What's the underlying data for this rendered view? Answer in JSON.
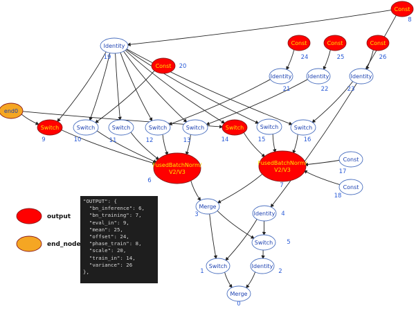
{
  "nodes": [
    {
      "id": "n_const8",
      "label": "Const",
      "num": "8",
      "style": "red"
    },
    {
      "id": "n_identity19",
      "label": "Identity",
      "num": "19",
      "style": "white"
    },
    {
      "id": "n_const24",
      "label": "Const",
      "num": "24",
      "style": "red"
    },
    {
      "id": "n_const25",
      "label": "Const",
      "num": "25",
      "style": "red"
    },
    {
      "id": "n_const26",
      "label": "Const",
      "num": "26",
      "style": "red"
    },
    {
      "id": "n_const20",
      "label": "Const",
      "num": "20",
      "style": "red"
    },
    {
      "id": "n_identity21",
      "label": "Identity",
      "num": "21",
      "style": "white"
    },
    {
      "id": "n_identity22",
      "label": "Identity",
      "num": "22",
      "style": "white"
    },
    {
      "id": "n_identity23",
      "label": "Identity",
      "num": "23",
      "style": "white"
    },
    {
      "id": "n_end0",
      "label": "end0",
      "num": "",
      "style": "orange"
    },
    {
      "id": "n_switch9",
      "label": "Switch",
      "num": "9",
      "style": "red"
    },
    {
      "id": "n_switch10",
      "label": "Switch",
      "num": "10",
      "style": "white"
    },
    {
      "id": "n_switch11",
      "label": "Switch",
      "num": "11",
      "style": "white"
    },
    {
      "id": "n_switch12",
      "label": "Switch",
      "num": "12",
      "style": "white"
    },
    {
      "id": "n_switch13",
      "label": "Switch",
      "num": "13",
      "style": "white"
    },
    {
      "id": "n_switch14",
      "label": "Switch",
      "num": "14",
      "style": "red"
    },
    {
      "id": "n_switch15",
      "label": "Switch",
      "num": "15",
      "style": "white"
    },
    {
      "id": "n_switch16",
      "label": "Switch",
      "num": "16",
      "style": "white"
    },
    {
      "id": "n_fbn6",
      "label": "FusedBatchNorm/\nV2/V3",
      "num": "6",
      "style": "red"
    },
    {
      "id": "n_fbn7",
      "label": "FusedBatchNorm/\nV2/V3",
      "num": "7",
      "style": "red"
    },
    {
      "id": "n_const17",
      "label": "Const",
      "num": "17",
      "style": "white"
    },
    {
      "id": "n_const18",
      "label": "Const",
      "num": "18",
      "style": "white"
    },
    {
      "id": "n_merge3",
      "label": "Merge",
      "num": "3",
      "style": "white"
    },
    {
      "id": "n_identity4",
      "label": "Identity",
      "num": "4",
      "style": "white"
    },
    {
      "id": "n_switch5",
      "label": "Switch",
      "num": "5",
      "style": "white"
    },
    {
      "id": "n_switch1",
      "label": "Switch",
      "num": "1",
      "style": "white"
    },
    {
      "id": "n_identity2",
      "label": "Identity",
      "num": "2",
      "style": "white"
    },
    {
      "id": "n_merge0",
      "label": "Merge",
      "num": "0",
      "style": "white"
    }
  ],
  "edges": [
    [
      "n_const8",
      "n_identity19"
    ],
    [
      "n_const8",
      "n_identity4"
    ],
    [
      "n_identity19",
      "n_switch9"
    ],
    [
      "n_identity19",
      "n_switch10"
    ],
    [
      "n_identity19",
      "n_switch11"
    ],
    [
      "n_identity19",
      "n_switch12"
    ],
    [
      "n_identity19",
      "n_switch13"
    ],
    [
      "n_identity19",
      "n_switch14"
    ],
    [
      "n_identity19",
      "n_switch15"
    ],
    [
      "n_identity19",
      "n_switch16"
    ],
    [
      "n_const24",
      "n_identity21"
    ],
    [
      "n_const25",
      "n_identity22"
    ],
    [
      "n_const26",
      "n_identity23"
    ],
    [
      "n_const20",
      "n_switch10"
    ],
    [
      "n_identity21",
      "n_switch12"
    ],
    [
      "n_identity22",
      "n_switch13"
    ],
    [
      "n_identity23",
      "n_switch16"
    ],
    [
      "n_end0",
      "n_switch9"
    ],
    [
      "n_end0",
      "n_switch14"
    ],
    [
      "n_switch9",
      "n_fbn6"
    ],
    [
      "n_switch10",
      "n_fbn6"
    ],
    [
      "n_switch11",
      "n_fbn6"
    ],
    [
      "n_switch12",
      "n_fbn6"
    ],
    [
      "n_switch13",
      "n_fbn6"
    ],
    [
      "n_switch14",
      "n_fbn7"
    ],
    [
      "n_switch15",
      "n_fbn7"
    ],
    [
      "n_switch16",
      "n_fbn7"
    ],
    [
      "n_const17",
      "n_fbn7"
    ],
    [
      "n_const18",
      "n_fbn7"
    ],
    [
      "n_fbn6",
      "n_merge3"
    ],
    [
      "n_fbn7",
      "n_merge3"
    ],
    [
      "n_merge3",
      "n_switch5"
    ],
    [
      "n_merge3",
      "n_switch1"
    ],
    [
      "n_identity4",
      "n_switch5"
    ],
    [
      "n_identity4",
      "n_switch1"
    ],
    [
      "n_switch5",
      "n_identity2"
    ],
    [
      "n_switch1",
      "n_merge0"
    ],
    [
      "n_identity2",
      "n_merge0"
    ]
  ],
  "legend": [
    {
      "label": "output",
      "style": "red"
    },
    {
      "label": "end_node",
      "style": "orange"
    }
  ],
  "code_lines": [
    "\"OUTPUT\": {",
    "  \"bn_inference\": 6,",
    "  \"bn_training\": 7,",
    "  \"eval_in\": 9,",
    "  \"mean\": 25,",
    "  \"offset\": 24,",
    "  \"phase_train\": 8,",
    "  \"scale\": 20,",
    "  \"train_in\": 14,",
    "  \"variance\": 26",
    "},"
  ],
  "colors": {
    "red": "#ff0000",
    "orange": "#f5a623",
    "white": "#ffffff",
    "stroke": "#4a6fbf",
    "edge": "#222222",
    "codebg": "#1e1e1e"
  }
}
